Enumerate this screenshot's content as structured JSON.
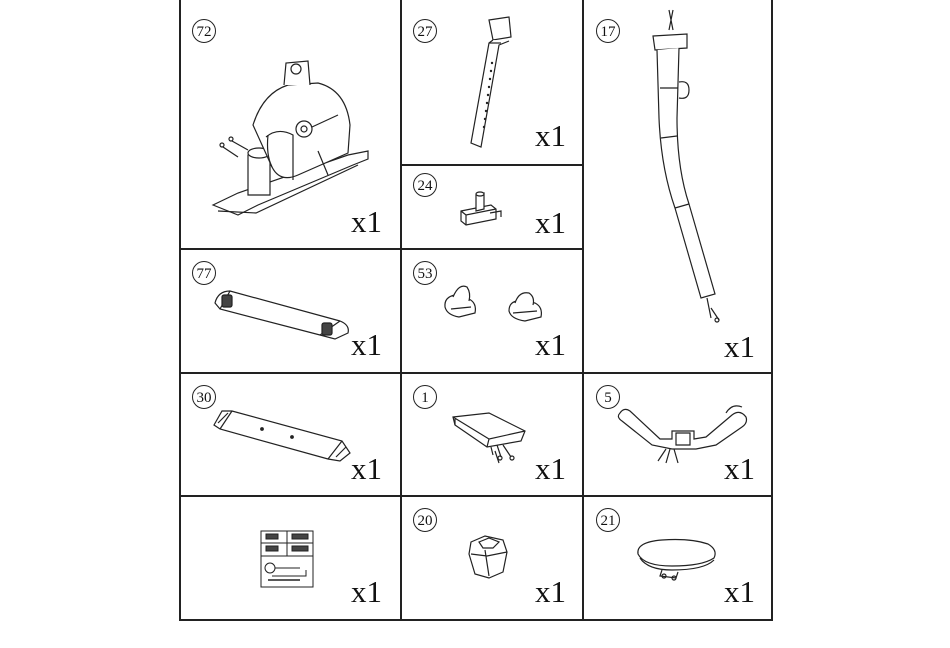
{
  "parts": [
    {
      "id": "72",
      "quantity": "x1",
      "icon": "main-frame-icon"
    },
    {
      "id": "27",
      "quantity": "x1",
      "icon": "seat-post-icon"
    },
    {
      "id": "17",
      "quantity": "x1",
      "icon": "handlebar-post-icon"
    },
    {
      "id": "24",
      "quantity": "x1",
      "icon": "seat-slider-icon"
    },
    {
      "id": "77",
      "quantity": "x1",
      "icon": "front-stabilizer-icon"
    },
    {
      "id": "53",
      "quantity": "x1",
      "icon": "pedals-icon"
    },
    {
      "id": "30",
      "quantity": "x1",
      "icon": "rear-stabilizer-icon"
    },
    {
      "id": "1",
      "quantity": "x1",
      "icon": "console-icon"
    },
    {
      "id": "5",
      "quantity": "x1",
      "icon": "handlebar-icon"
    },
    {
      "id": "",
      "quantity": "x1",
      "icon": "hardware-pack-icon"
    },
    {
      "id": "20",
      "quantity": "x1",
      "icon": "post-cover-icon"
    },
    {
      "id": "21",
      "quantity": "x1",
      "icon": "seat-icon"
    }
  ]
}
